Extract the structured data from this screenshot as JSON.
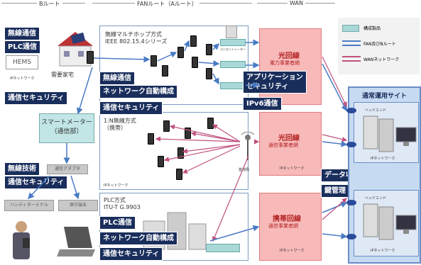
{
  "headers": {
    "b_route": "Bルート",
    "fan_route": "FANルート（Aルート）",
    "wan": "WAN"
  },
  "left": {
    "wireless": "無線通信",
    "plc": "PLC通信",
    "hems": "HEMS",
    "house": "需要家宅",
    "ipnw_house": "IPネットワーク",
    "security1": "通信セキュリティ",
    "smart_meter": "スマートメーター\n（通信部）",
    "wireless_tech": "無線技術",
    "security2": "通信セキュリティ",
    "comm_adapter": "通信アダプタ",
    "handy_terminal": "ハンディターミナル",
    "maintenance": "保守端末"
  },
  "fan": {
    "multihop_title": "無線マルチホップ方式\nIEEE 802.15.4シリーズ",
    "concentrator": "コンセントレーター",
    "one_n": "1:N無線方式\n（携帯）",
    "base_station": "基地局",
    "plc_title": "PLC方式\nITU-T G.9903",
    "ipnw_fan": "IPネットワーク",
    "wireless": "無線通信",
    "net_auto": "ネットワーク自動構成",
    "security": "通信セキュリティ",
    "plc": "PLC通信",
    "net_auto2": "ネットワーク自動構成",
    "security3": "通信セキュリティ"
  },
  "wan": {
    "app_security": "アプリケーション\nセキュリティ",
    "ipv6": "IPv6通信",
    "hikari1_title": "光回線",
    "hikari1_sub": "電力事業者網",
    "hikari2_title": "光回線",
    "hikari2_sub": "通信事業者網",
    "mobile_title": "携帯回線",
    "mobile_sub": "通信事業者網",
    "ipnw": "IPネットワーク",
    "data_collect": "データ収集/再取得",
    "key_mgmt": "鍵管理・鍵払い出し"
  },
  "site": {
    "title": "通常運用サイト",
    "headend": "ヘッドエンド",
    "ipnw": "IPネットワーク"
  },
  "legend": {
    "components": "構成製品",
    "fan_b": "FAN及びBルート",
    "wan_net": "WANネットワーク"
  },
  "colors": {
    "dark_label": "#1a2e5c",
    "wan_pink": "#f8b9b9",
    "site_blue": "#c6dbf1",
    "fan_arrow": "#4a7bc4",
    "wan_arrow": "#c05080",
    "concentrator": "#a8d8d8"
  }
}
